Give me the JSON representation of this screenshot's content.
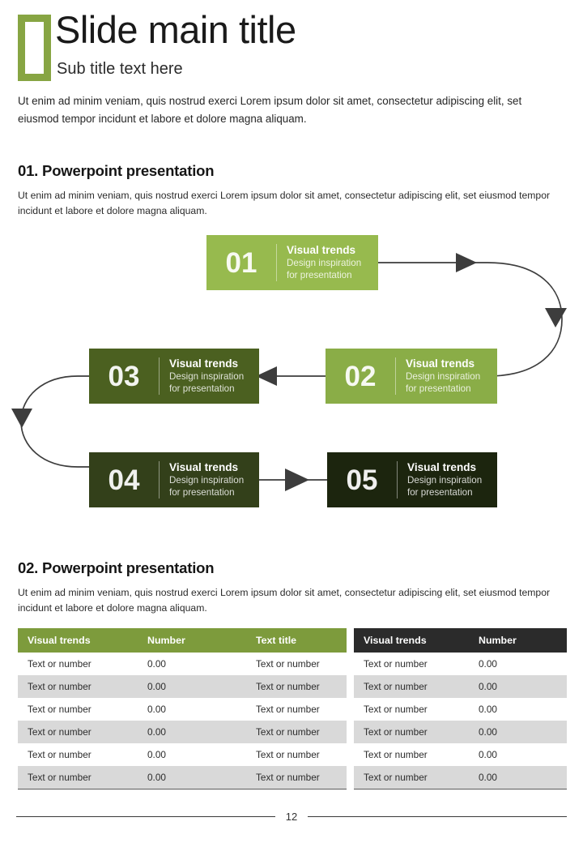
{
  "header": {
    "title": "Slide main title",
    "subtitle": "Sub title text here",
    "body": "Ut enim ad minim veniam, quis nostrud exerci  Lorem ipsum dolor sit amet, consectetur adipiscing elit, set eiusmod tempor incidunt et labore et dolore magna aliquam.",
    "accent_color": "#87a543"
  },
  "sections": [
    {
      "heading": "01. Powerpoint presentation",
      "body": "Ut enim ad minim veniam, quis nostrud exerci  Lorem ipsum dolor sit amet, consectetur adipiscing elit, set eiusmod tempor incidunt et labore et dolore magna aliquam."
    },
    {
      "heading": "02. Powerpoint presentation",
      "body": "Ut enim ad minim veniam, quis nostrud exerci  Lorem ipsum dolor sit amet, consectetur adipiscing elit, set eiusmod tempor incidunt et labore et dolore magna aliquam."
    }
  ],
  "diagram": {
    "arrow_color": "#3d3d3d",
    "steps": [
      {
        "number": "01",
        "title": "Visual trends",
        "line1": "Design inspiration",
        "line2": "for presentation",
        "color": "#97ba4e"
      },
      {
        "number": "02",
        "title": "Visual trends",
        "line1": "Design inspiration",
        "line2": "for presentation",
        "color": "#8aad47"
      },
      {
        "number": "03",
        "title": "Visual trends",
        "line1": "Design inspiration",
        "line2": "for presentation",
        "color": "#4b6020"
      },
      {
        "number": "04",
        "title": "Visual trends",
        "line1": "Design inspiration",
        "line2": "for presentation",
        "color": "#33401a"
      },
      {
        "number": "05",
        "title": "Visual trends",
        "line1": "Design inspiration",
        "line2": "for presentation",
        "color": "#1c250e"
      }
    ]
  },
  "tables": {
    "left": {
      "header_color": "#7d9b3c",
      "columns": [
        "Visual trends",
        "Number",
        "Text title"
      ],
      "rows": [
        [
          "Text or number",
          "0.00",
          "Text or number"
        ],
        [
          "Text or number",
          "0.00",
          "Text or number"
        ],
        [
          "Text or number",
          "0.00",
          "Text or number"
        ],
        [
          "Text or number",
          "0.00",
          "Text or number"
        ],
        [
          "Text or number",
          "0.00",
          "Text or number"
        ],
        [
          "Text or number",
          "0.00",
          "Text or number"
        ]
      ]
    },
    "right": {
      "header_color": "#2b2b2b",
      "columns": [
        "Visual trends",
        "Number"
      ],
      "rows": [
        [
          "Text or number",
          "0.00"
        ],
        [
          "Text or number",
          "0.00"
        ],
        [
          "Text or number",
          "0.00"
        ],
        [
          "Text or number",
          "0.00"
        ],
        [
          "Text or number",
          "0.00"
        ],
        [
          "Text or number",
          "0.00"
        ]
      ]
    }
  },
  "footer": {
    "page_number": "12"
  }
}
